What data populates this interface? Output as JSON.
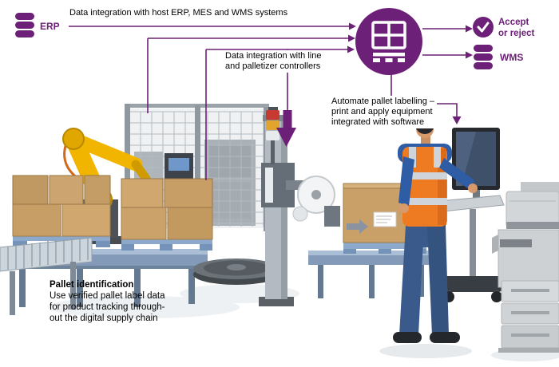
{
  "colors": {
    "purple": "#6d2077",
    "vest_orange": "#ee7a22",
    "robot_yellow": "#f1b500",
    "box_tan": "#c9a068",
    "conveyor_blue": "#839bb8"
  },
  "erp": {
    "label": "ERP"
  },
  "wms": {
    "label": "WMS"
  },
  "accept": {
    "lines": [
      "Accept",
      "or reject"
    ]
  },
  "callout_host": {
    "text": "Data integration with host ERP, MES and WMS systems"
  },
  "callout_line": {
    "lines": [
      "Data integration with line",
      "and palletizer controllers"
    ]
  },
  "callout_label": {
    "lines": [
      "Automate pallet labelling –",
      "print and apply equipment",
      "integrated with software"
    ]
  },
  "callout_pallet_id": {
    "title": "Pallet identification",
    "lines": [
      "Use verified pallet label data",
      "for product tracking through-",
      "out the digital supply chain"
    ]
  }
}
